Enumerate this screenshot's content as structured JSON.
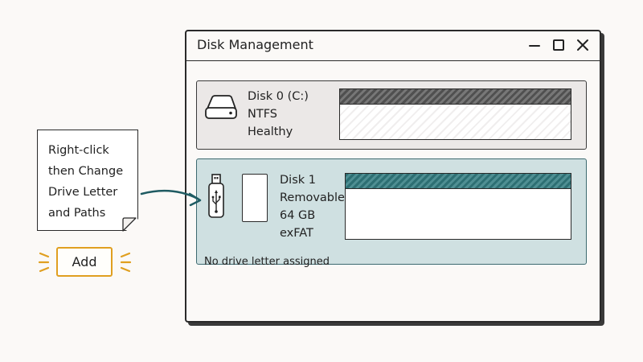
{
  "window": {
    "title": "Disk Management",
    "controls": {
      "minimize": "minimize-icon",
      "maximize": "maximize-icon",
      "close": "close-icon"
    }
  },
  "disks": [
    {
      "name": "Disk 0 (C:)",
      "filesystem": "NTFS",
      "status": "Healthy",
      "icon": "hard-drive-icon"
    },
    {
      "name": "Disk 1",
      "type": "Removable",
      "size": "64 GB",
      "filesystem": "exFAT",
      "icon": "usb-drive-icon"
    }
  ],
  "status_text": "No drive letter assigned",
  "note": {
    "lines": [
      "Right-click",
      "then Change",
      "Drive Letter",
      "and Paths"
    ]
  },
  "add_button": {
    "label": "Add"
  },
  "colors": {
    "accent_orange": "#e09f20",
    "selected_row": "#cfe0e1",
    "teal_stripe": "#2d6f73",
    "arrow": "#1f5b62"
  }
}
